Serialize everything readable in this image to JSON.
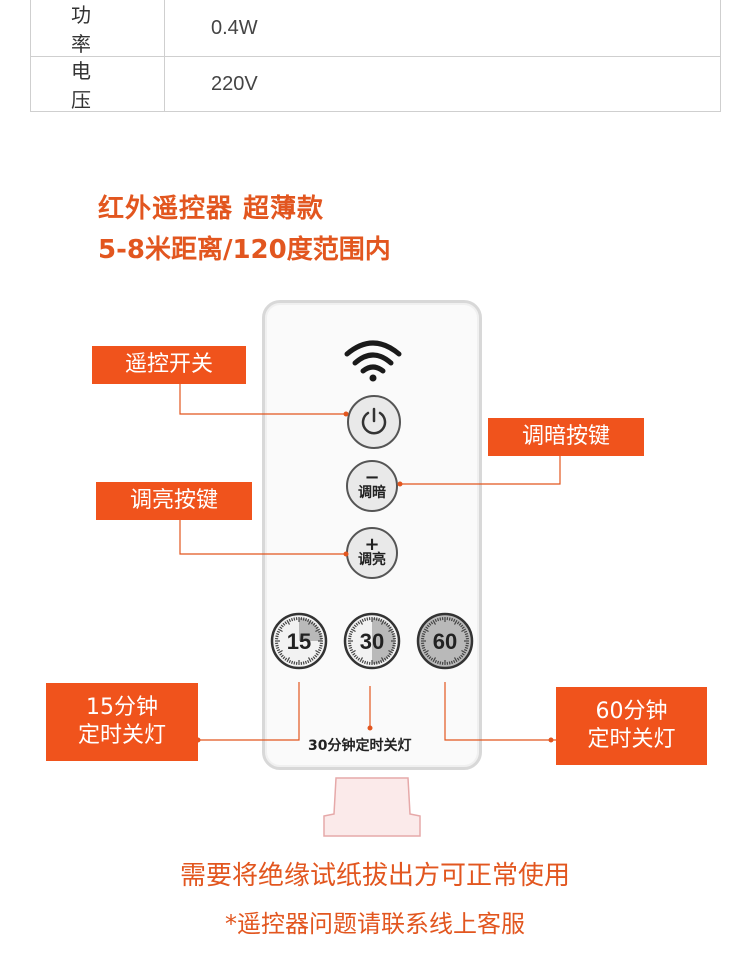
{
  "spec_table": {
    "rows": [
      {
        "label": "功率",
        "value": "0.4W"
      },
      {
        "label": "电压",
        "value": "220V"
      }
    ]
  },
  "headline": {
    "line1": "红外遥控器 超薄款",
    "line2": "5-8米距离/120度范围内"
  },
  "remote": {
    "dim_button": {
      "sign": "−",
      "text": "调暗"
    },
    "bright_button": {
      "sign": "+",
      "text": "调亮"
    },
    "timers": [
      "15",
      "30",
      "60"
    ],
    "timer30_label": "30分钟定时关灯"
  },
  "callouts": {
    "power": "遥控开关",
    "dim": "调暗按键",
    "bright": "调亮按键",
    "timer15": {
      "line1": "15分钟",
      "line2": "定时关灯"
    },
    "timer60": {
      "line1": "60分钟",
      "line2": "定时关灯"
    }
  },
  "notice": {
    "line1": "需要将绝缘试纸拔出方可正常使用",
    "line2": "*遥控器问题请联系线上客服"
  },
  "colors": {
    "accent": "#f0531c",
    "headline_text": "#e2561f"
  }
}
